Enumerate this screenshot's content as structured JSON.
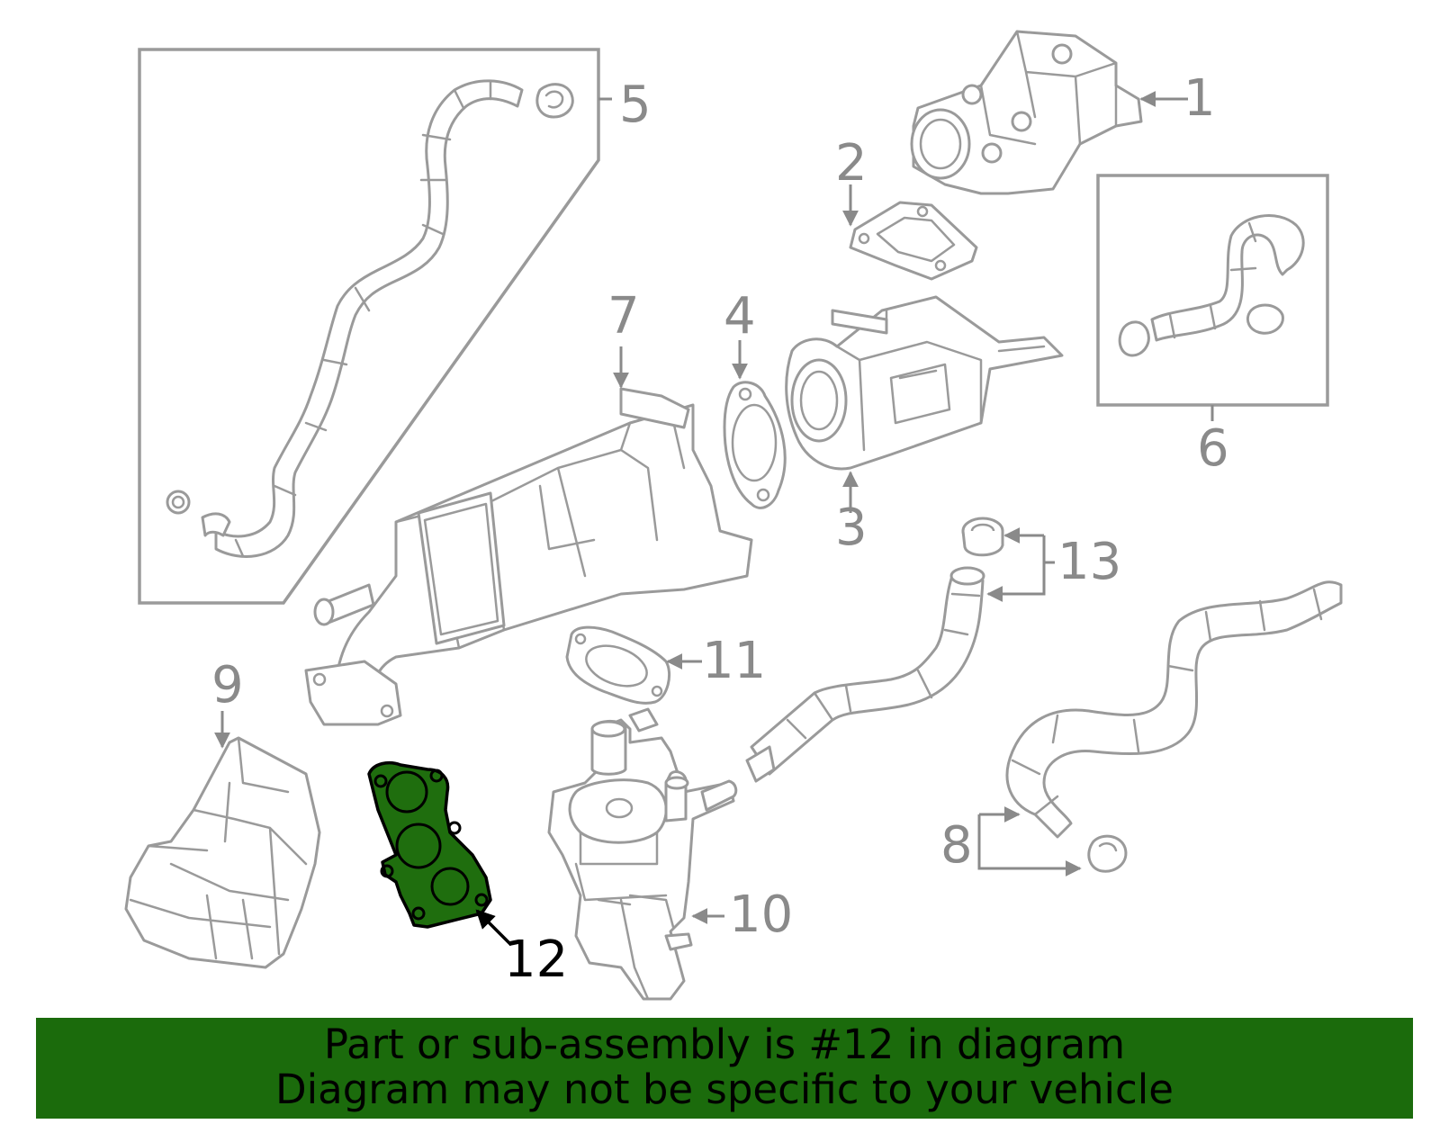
{
  "callouts": {
    "c1": "1",
    "c2": "2",
    "c3": "3",
    "c4": "4",
    "c5": "5",
    "c6": "6",
    "c7": "7",
    "c8": "8",
    "c9": "9",
    "c10": "10",
    "c11": "11",
    "c12": "12",
    "c13": "13"
  },
  "highlight": {
    "part_number": "12",
    "color": "#1f6e0e"
  },
  "banner": {
    "line1": "Part or sub-assembly is #12 in diagram",
    "line2": "Diagram may not be specific to your vehicle",
    "background": "#1b6b0c"
  }
}
